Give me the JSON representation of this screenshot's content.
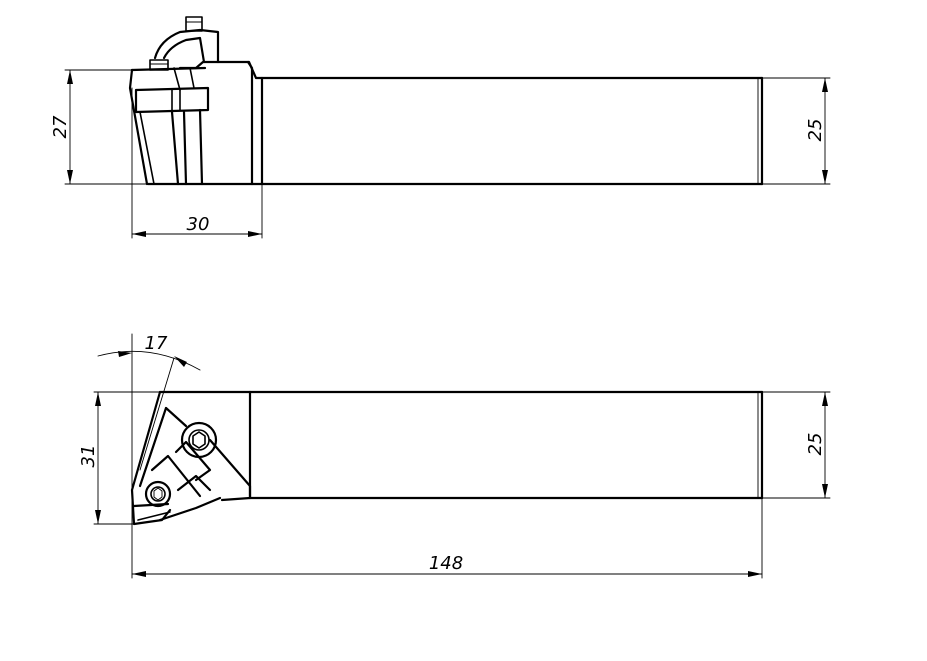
{
  "drawing": {
    "side_view": {
      "dims": {
        "height_total": "27",
        "shank_height": "25",
        "head_length": "30"
      }
    },
    "top_view": {
      "dims": {
        "angle": "17",
        "head_width": "31",
        "shank_width": "25",
        "overall_length": "148"
      }
    }
  }
}
